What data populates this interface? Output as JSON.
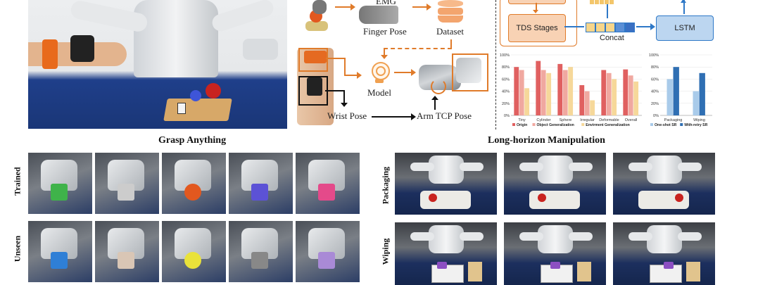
{
  "top": {
    "emg_label": "EMG",
    "finger_pose_label": "Finger Pose",
    "dataset_label": "Dataset",
    "model_label": "Model",
    "wrist_pose_label": "Wrist Pose",
    "arm_tcp_label": "Arm TCP Pose",
    "tds_label": "TDS Stages",
    "concat_label": "Concat",
    "lstm_label": "LSTM"
  },
  "colors": {
    "orange": "#e07b2a",
    "blue": "#2e78c7",
    "origin": "#e06060",
    "objgen": "#f0a8a0",
    "envgen": "#f6d89a",
    "oneshot": "#a9cbea",
    "retry": "#2f6fb3"
  },
  "chart_data": [
    {
      "type": "bar",
      "categories": [
        "Tiny",
        "Cylinder",
        "Sphere",
        "Irregular",
        "Deformable",
        "Overall"
      ],
      "series": [
        {
          "name": "Origin",
          "values": [
            80,
            90,
            85,
            50,
            75,
            76
          ]
        },
        {
          "name": "Object Generalization",
          "values": [
            75,
            75,
            75,
            40,
            70,
            66
          ]
        },
        {
          "name": "Envirment Generalization",
          "values": [
            45,
            70,
            80,
            25,
            60,
            56
          ]
        }
      ],
      "ylim": [
        0,
        100
      ],
      "yticks": [
        "0%",
        "20%",
        "40%",
        "60%",
        "80%",
        "100%"
      ]
    },
    {
      "type": "bar",
      "categories": [
        "Packaging",
        "Wiping"
      ],
      "series": [
        {
          "name": "One-shot SR",
          "values": [
            60,
            40
          ]
        },
        {
          "name": "With-retry SR",
          "values": [
            80,
            70
          ]
        }
      ],
      "ylim": [
        0,
        100
      ],
      "yticks": [
        "0%",
        "20%",
        "40%",
        "60%",
        "80%",
        "100%"
      ]
    }
  ],
  "grasp": {
    "title": "Grasp Anything",
    "row_trained": "Trained",
    "row_unseen": "Unseen"
  },
  "longhorizon": {
    "title": "Long-horizon Manipulation",
    "row_packaging": "Packaging",
    "row_wiping": "Wiping"
  }
}
